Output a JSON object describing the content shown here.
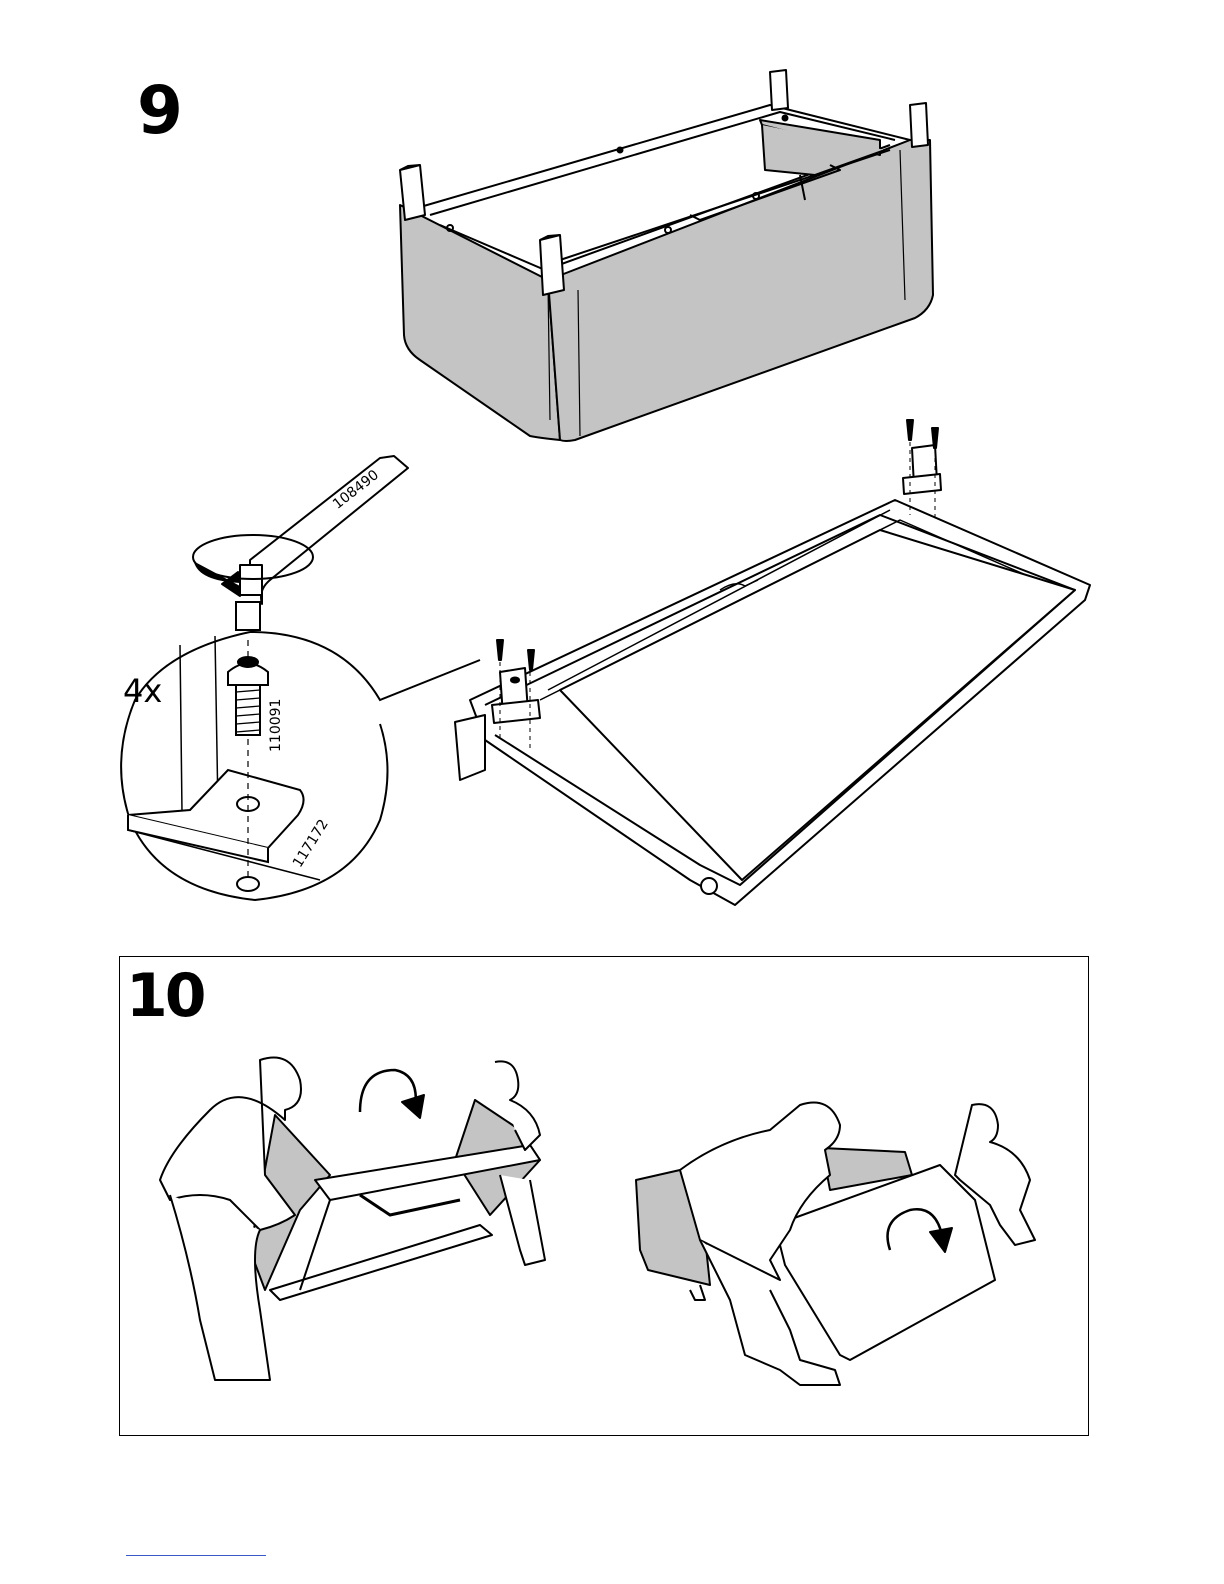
{
  "steps": [
    {
      "number": "9"
    },
    {
      "number": "10"
    }
  ],
  "step9": {
    "quantity": "4x",
    "parts": {
      "allen_key": "108490",
      "bolt": "110091",
      "bracket": "117172"
    }
  },
  "colors": {
    "fabric": "#c4c4c4",
    "line": "#000000",
    "footer_link": "#3a5bc7"
  }
}
